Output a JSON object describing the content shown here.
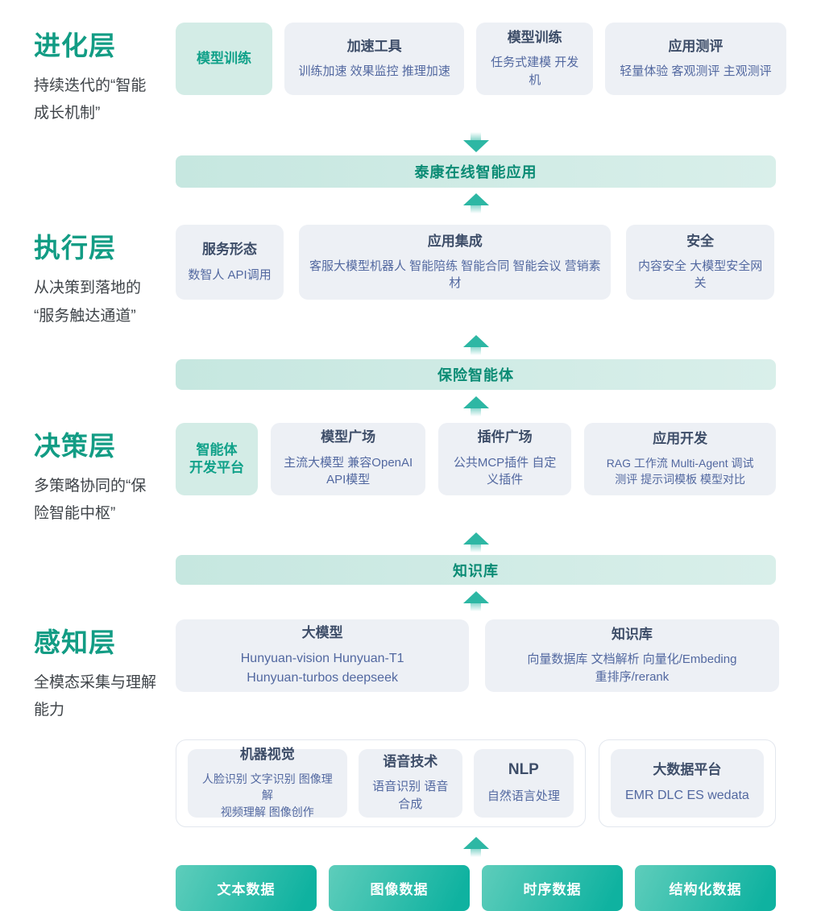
{
  "colors": {
    "accent_green": "#129c84",
    "box_title": "#3d4d68",
    "box_sub": "#5268a0",
    "banner_bg": "#cde9e3",
    "banner_text": "#0a8b74",
    "green_box_bg": "#d3ece6",
    "green_box_text": "#10a189",
    "gray_box_bg": "#edf0f5",
    "arrow": "#2db7a4",
    "button_gradient_start": "#5ecdbb",
    "button_gradient_end": "#0fb2a0"
  },
  "layers": [
    {
      "name": "进化层",
      "subtitle": "持续迭代的“智能\n成长机制”",
      "boxes": [
        {
          "title": "模型训练"
        },
        {
          "title": "加速工具",
          "sub": "训练加速 效果监控 推理加速"
        },
        {
          "title": "模型训练",
          "sub": "任务式建模 开发机"
        },
        {
          "title": "应用测评",
          "sub": "轻量体验 客观测评 主观测评"
        }
      ]
    },
    {
      "name": "执行层",
      "subtitle": "从决策到落地的\n“服务触达通道”",
      "boxes": [
        {
          "title": "服务形态",
          "sub": "数智人  API调用"
        },
        {
          "title": "应用集成",
          "sub": "客服大模型机器人 智能陪练 智能合同 智能会议 营销素材"
        },
        {
          "title": "安全",
          "sub": "内容安全 大模型安全网关"
        }
      ]
    },
    {
      "name": "决策层",
      "subtitle": "多策略协同的“保\n险智能中枢”",
      "boxes": [
        {
          "title": "智能体\n开发平台"
        },
        {
          "title": "模型广场",
          "sub": "主流大模型  兼容OpenAI\nAPI模型"
        },
        {
          "title": "插件广场",
          "sub": "公共MCP插件 自定义插件"
        },
        {
          "title": "应用开发",
          "sub": "RAG 工作流 Multi-Agent 调试\n测评 提示词模板 模型对比"
        }
      ]
    },
    {
      "name": "感知层",
      "subtitle": "全模态采集与理解\n能力",
      "boxes": [
        {
          "title": "大模型",
          "sub": "Hunyuan-vision Hunyuan-T1\nHunyuan-turbos deepseek"
        },
        {
          "title": "知识库",
          "sub": "向量数据库 文档解析 向量化/Embeding\n重排序/rerank"
        }
      ]
    }
  ],
  "banners": [
    "泰康在线智能应用",
    "保险智能体",
    "知识库"
  ],
  "perception_groups": [
    {
      "boxes": [
        {
          "title": "机器视觉",
          "sub": "人脸识别 文字识别 图像理解\n视频理解 图像创作"
        },
        {
          "title": "语音技术",
          "sub": "语音识别 语音合成"
        },
        {
          "title": "NLP",
          "sub": "自然语言处理"
        }
      ]
    },
    {
      "boxes": [
        {
          "title": "大数据平台",
          "sub": "EMR DLC ES wedata"
        }
      ]
    }
  ],
  "data_sources": [
    "文本数据",
    "图像数据",
    "时序数据",
    "结构化数据"
  ]
}
